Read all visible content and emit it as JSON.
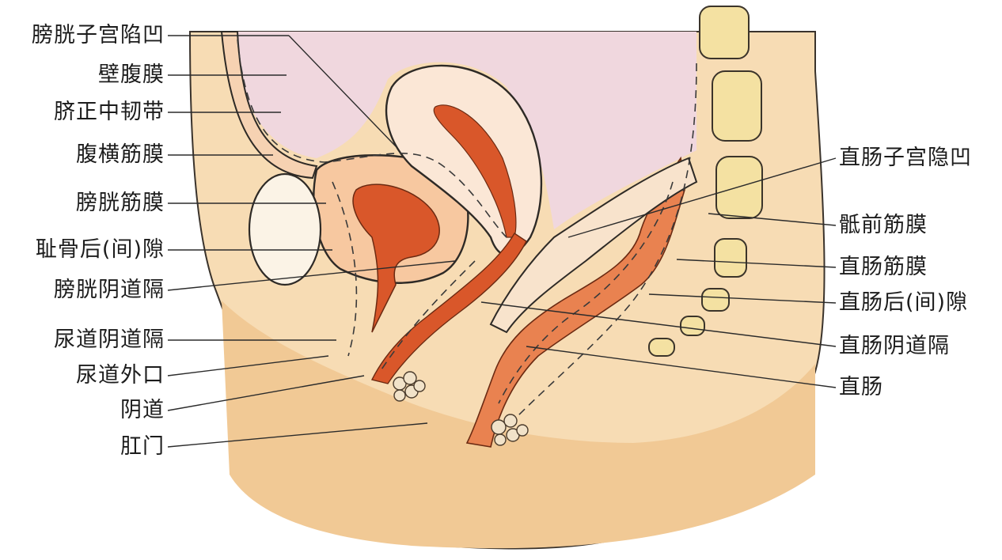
{
  "labels_left": [
    "膀胱子宫陷凹",
    "壁腹膜",
    "脐正中韧带",
    "腹横筋膜",
    "膀胱筋膜",
    "耻骨后(间)隙",
    "膀胱阴道隔",
    "尿道阴道隔",
    "尿道外口",
    "阴道",
    "肛门"
  ],
  "labels_right": [
    "直肠子宫隐凹",
    "骶前筋膜",
    "直肠筋膜",
    "直肠后(间)隙",
    "直肠阴道隔",
    "直肠"
  ],
  "colors": {
    "skin": "#f6d6a8",
    "skin_dark": "#eab97c",
    "peritoneum_pink": "#efd4dc",
    "organ_red": "#d9572a",
    "organ_light": "#f4b98e",
    "bone": "#f3de9c"
  }
}
